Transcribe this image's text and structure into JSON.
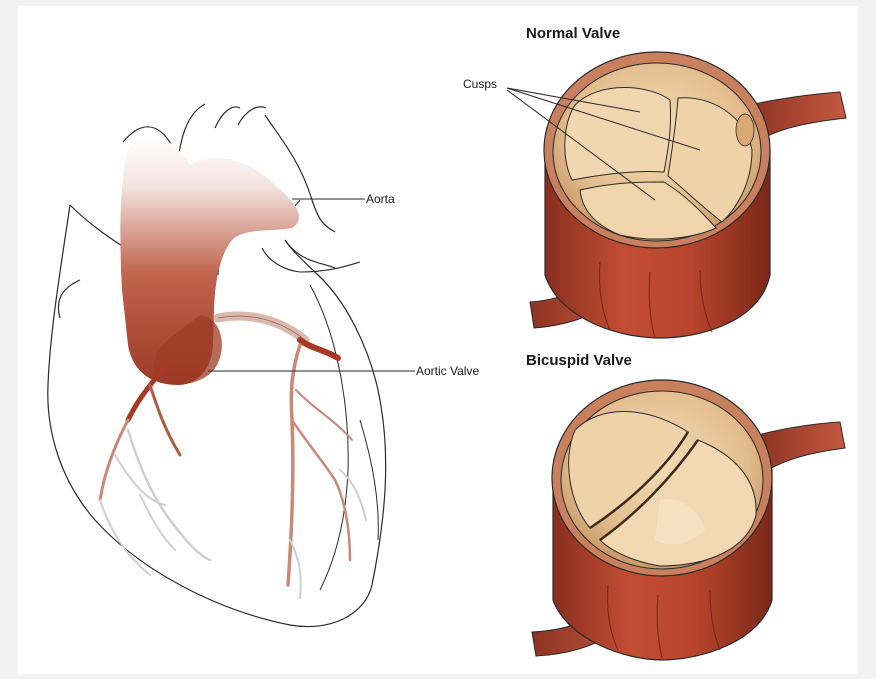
{
  "labels": {
    "aorta": "Aorta",
    "aortic_valve": "Aortic Valve",
    "cusps": "Cusps"
  },
  "titles": {
    "normal_valve": "Normal Valve",
    "bicuspid_valve": "Bicuspid Valve"
  },
  "colors": {
    "background": "#f2f2f2",
    "panel": "#ffffff",
    "vessel_red": "#b5452e",
    "vessel_dark": "#7d2a1c",
    "valve_cream": "#e9c79c",
    "outline": "#2a2a2a"
  }
}
